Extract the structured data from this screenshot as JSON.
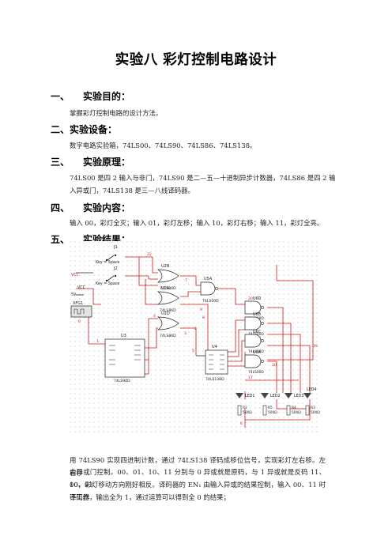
{
  "title": "实验八 彩灯控制电路设计",
  "sections": [
    {
      "num": "一、",
      "heading": "实验目的：",
      "body": "掌握彩灯控制电路的设计方法。"
    },
    {
      "num": "二、",
      "heading": "实验设备：",
      "body": "数字电路实验箱，74LS00、74LS90、74LS86、74LS138。"
    },
    {
      "num": "三、",
      "heading": "实验原理：",
      "body_lines": [
        "74LS00 是四 2 输入与非门，74LS90 是二—五—十进制异步计数器，74LS86 是四 2 输",
        "入异或门，74LS138 是三—八线译码器。"
      ]
    },
    {
      "num": "四、",
      "heading": "实验内容：",
      "body": "输入 00，彩灯全灭；输入 01，彩灯左移；输入 10，彩灯右移；输入 11，彩灯全亮。"
    },
    {
      "num": "五、",
      "heading": "实验结果：",
      "body": ""
    }
  ],
  "circuit": {
    "switch1": "J1",
    "switch2": "J2",
    "key1": "Key = Space",
    "key2": "Key = Space",
    "vcc1": "VCC",
    "vcc2": "VCC",
    "vcc_value": "5V",
    "clock": "XFG1",
    "gate_u2b": "U2B",
    "gate_u2a": "U2A",
    "gate_u2d": "U2D",
    "chip_u5a": "U5A",
    "chip_86d": "74LS86D",
    "chip_86d_2": "74LS86D",
    "chip_86d_3": "74LS86D",
    "chip_00d": "74LS00D",
    "counter": "U3",
    "counter_part": "74LS90D",
    "decoder": "U4",
    "decoder_part": "74LS138D",
    "u6": [
      "U6D",
      "U6B",
      "U6C",
      "U6A"
    ],
    "u6_part": "74LS00D",
    "leds": [
      "LED1",
      "LED2",
      "LED3",
      "LED4"
    ],
    "res_names": [
      "R2",
      "R5",
      "R4",
      "R3"
    ],
    "res_value": "500Ω",
    "wire_labels": [
      "22",
      "7",
      "9",
      "4",
      "3",
      "8",
      "5",
      "2",
      "0",
      "1",
      "20",
      "10",
      "17",
      "19",
      "6"
    ]
  },
  "caption_lines": [
    "用 74LS90 实现四进制计数，通过 74LS138 译码成移位信号，实现彩灯左右移。左右移",
    "由异或门控制。00、01、10、11 分别与 0 异或就是原码，与 1 异或就是反码 11、10、01、",
    "00，彩灯移动方向刚好相反。译码器的 EN₁ 由输入异或的结果控制，输入 00、11 时译码器",
    "不工作，输出全为 1，通过运算可以得到全 0 的结果；"
  ]
}
